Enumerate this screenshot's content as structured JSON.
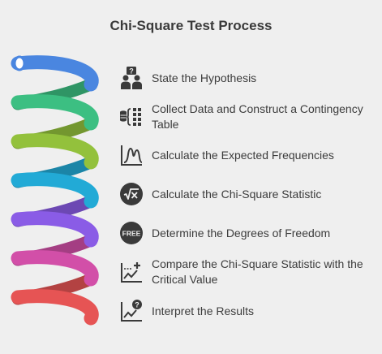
{
  "title": "Chi-Square Test Process",
  "colors": {
    "band": [
      "#4a86e0",
      "#3cbf82",
      "#93c13c",
      "#22aad6",
      "#8a5ce6",
      "#d24fa8",
      "#e65454"
    ],
    "icon": "#3a3a3a"
  },
  "steps": [
    {
      "label": "State the Hypothesis",
      "icon": "people-question-icon",
      "color": "#4a86e0"
    },
    {
      "label": "Collect Data and Construct a Contingency Table",
      "icon": "data-table-icon",
      "color": "#3cbf82"
    },
    {
      "label": "Calculate the Expected Frequencies",
      "icon": "distribution-chart-icon",
      "color": "#93c13c"
    },
    {
      "label": "Calculate the Chi-Square Statistic",
      "icon": "square-root-icon",
      "color": "#22aad6"
    },
    {
      "label": "Determine the Degrees of Freedom",
      "icon": "free-badge-icon",
      "color": "#8a5ce6",
      "badge": "FREE"
    },
    {
      "label": "Compare the Chi-Square Statistic with the Critical Value",
      "icon": "chart-plus-icon",
      "color": "#d24fa8"
    },
    {
      "label": "Interpret the Results",
      "icon": "chart-question-icon",
      "color": "#e65454"
    }
  ]
}
